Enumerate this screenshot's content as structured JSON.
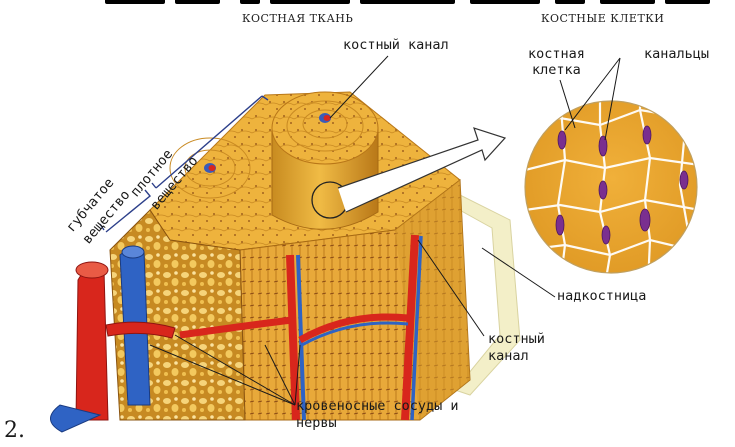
{
  "figure": {
    "number": "2.",
    "headings": {
      "left": "КОСТНАЯ ТКАНЬ",
      "right": "КОСТНЫЕ КЛЕТКИ"
    },
    "labels": {
      "canal_top": "костный канал",
      "compact_1": "плотное",
      "compact_2": "вещество",
      "spongy_1": "губчатое",
      "spongy_2": "вещество",
      "bone_cell_1": "костная",
      "bone_cell_2": "клетка",
      "canaliculi": "канальцы",
      "periosteum": "надкостница",
      "canal_side_1": "костный",
      "canal_side_2": "канал",
      "vessels_1": "кровеносные сосуды и",
      "vessels_2": "нервы"
    },
    "colors": {
      "bone_light": "#f2c04a",
      "bone_mid": "#e3a32a",
      "bone_dark": "#b97718",
      "artery": "#d8261c",
      "vein": "#2f63c4",
      "cell_purple": "#7a2f8f",
      "periosteum": "#f3efc8"
    }
  }
}
